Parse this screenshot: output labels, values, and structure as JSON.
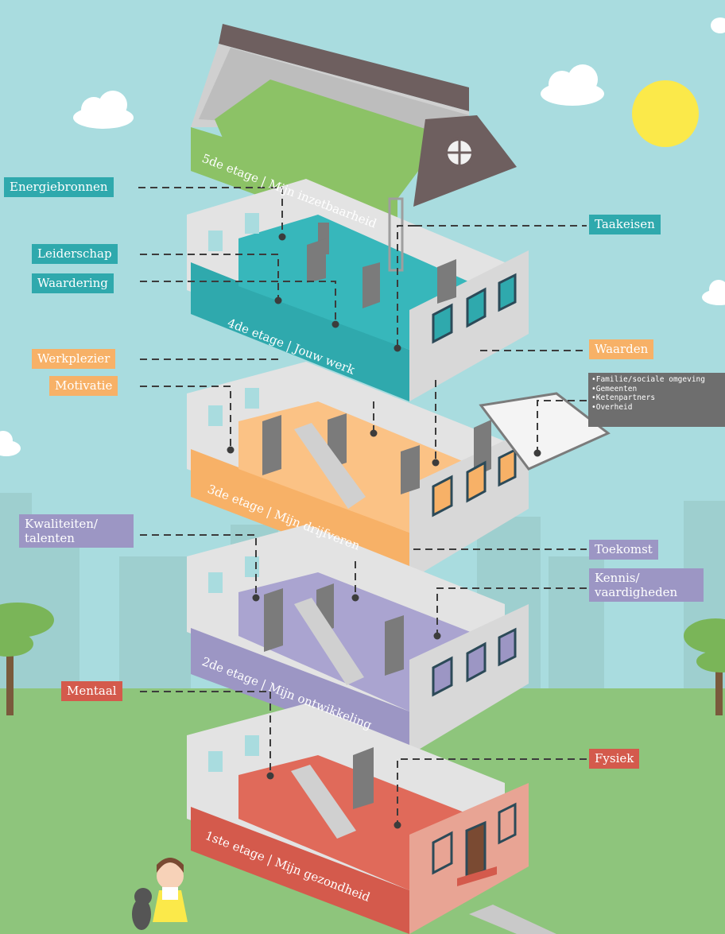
{
  "colors": {
    "sky": "#a9dcdf",
    "grass": "#8ec57c",
    "city": "#9ecfcf",
    "sun": "#fbe94a",
    "floor1": "#d45a4c",
    "floor2": "#9c96c4",
    "floor3": "#f7b167",
    "floor4": "#2fa9ad",
    "floor5": "#8cc266",
    "wall": "#e3e3e3",
    "roof": "#6e5f5f"
  },
  "floors": [
    {
      "key": "f5",
      "label": "5de etage | Mijn inzetbaarheid",
      "color": "#8cc266"
    },
    {
      "key": "f4",
      "label": "4de etage | Jouw werk",
      "color": "#2fa9ad"
    },
    {
      "key": "f3",
      "label": "3de etage | Mijn drijfveren",
      "color": "#f7b167"
    },
    {
      "key": "f2",
      "label": "2de etage | Mijn ontwikkeling",
      "color": "#9c96c4"
    },
    {
      "key": "f1",
      "label": "1ste etage | Mijn gezondheid",
      "color": "#d45a4c"
    }
  ],
  "labels_left": {
    "energiebronnen": "Energiebronnen",
    "leiderschap": "Leiderschap",
    "waardering": "Waardering",
    "werkplezier": "Werkplezier",
    "motivatie": "Motivatie",
    "kwaliteiten": "Kwaliteiten/\ntalenten",
    "mentaal": "Mentaal"
  },
  "labels_right": {
    "taakeisen": "Taakeisen",
    "waarden": "Waarden",
    "toekomst": "Toekomst",
    "kennis": "Kennis/\nvaardigheden",
    "fysiek": "Fysiek"
  },
  "external_factors": [
    "•Familie/sociale omgeving",
    "•Gemeenten",
    "•Ketenpartners",
    "•Overheid"
  ],
  "icons": [
    "sun-icon",
    "cloud-icon",
    "tree-icon",
    "girl-icon",
    "cat-icon",
    "window-icon",
    "door-icon",
    "stairs-icon",
    "ladder-icon",
    "balcony-icon"
  ]
}
